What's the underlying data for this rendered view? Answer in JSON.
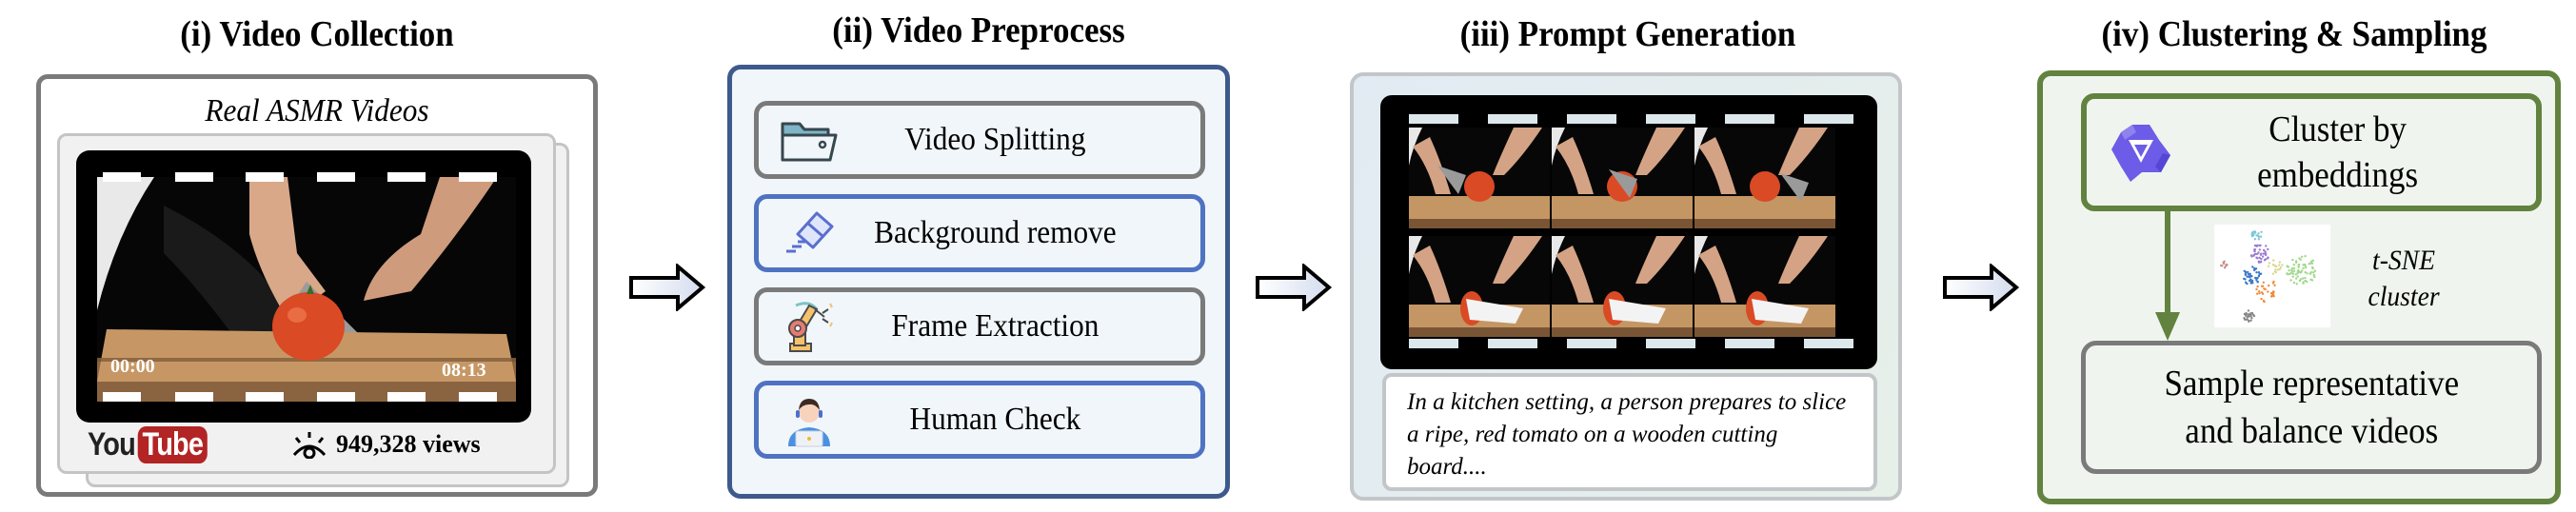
{
  "stages": [
    {
      "title": "(i) Video Collection"
    },
    {
      "title": "(ii) Video Preprocess"
    },
    {
      "title": "(iii) Prompt Generation"
    },
    {
      "title": "(iv) Clustering & Sampling"
    }
  ],
  "collection": {
    "subtitle": "Real ASMR Videos",
    "time_start": "00:00",
    "time_end": "08:13",
    "logo_you": "You",
    "logo_tube": "Tube",
    "views": "949,328 views",
    "icons": {
      "eye": "eye-icon",
      "video": "video-thumbnail"
    }
  },
  "preprocess": {
    "steps": [
      {
        "label": "Video Splitting",
        "icon": "folder-icon",
        "style": "grey"
      },
      {
        "label": "Background remove",
        "icon": "eraser-icon",
        "style": "blue"
      },
      {
        "label": "Frame Extraction",
        "icon": "robot-arm-icon",
        "style": "grey"
      },
      {
        "label": "Human Check",
        "icon": "human-operator-icon",
        "style": "blue"
      }
    ]
  },
  "prompt": {
    "frames_count": 6,
    "caption": "In a kitchen setting, a person prepares to slice a ripe, red tomato on a wooden cutting board...."
  },
  "clustering": {
    "cluster_label": "Cluster by embeddings",
    "cluster_line1": "Cluster by",
    "cluster_line2": "embeddings",
    "tsne_line1": "t-SNE",
    "tsne_line2": "cluster",
    "sample_line1": "Sample representative",
    "sample_line2": "and balance videos",
    "icon": "qwen-logo-icon"
  },
  "colors": {
    "grey_border": "#7a7a7a",
    "blue_border": "#3e5a8c",
    "blue_step": "#4f72c2",
    "green_border": "#62823f",
    "youtube_red": "#b32424",
    "tomato": "#d94a25",
    "wood": "#b98c5c"
  }
}
